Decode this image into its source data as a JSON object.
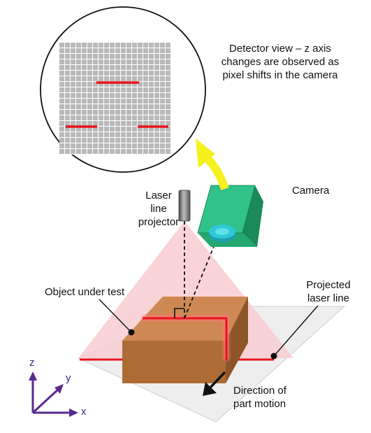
{
  "labels": {
    "detector_line1": "Detector view – z axis",
    "detector_line2": "changes are observed as",
    "detector_line3": "pixel shifts in the camera",
    "camera": "Camera",
    "laser_line1": "Laser",
    "laser_line2": "line",
    "laser_line3": "projector",
    "object": "Object under test",
    "projected_line1": "Projected",
    "projected_line2": "laser line",
    "motion_line1": "Direction of",
    "motion_line2": "part motion"
  },
  "axes": {
    "z": "z",
    "y": "y",
    "x": "x"
  },
  "colors": {
    "laser": "#e8141c",
    "camera": "#1aa368",
    "lens": "#2ec8d6",
    "arrow_highlight": "#f5f01e",
    "box_top": "#cd8853",
    "box_front": "#ad6c36",
    "box_side": "#8e5528",
    "axes": "#5a2a90"
  },
  "detector_grid": {
    "rows": 20,
    "cols": 20
  }
}
